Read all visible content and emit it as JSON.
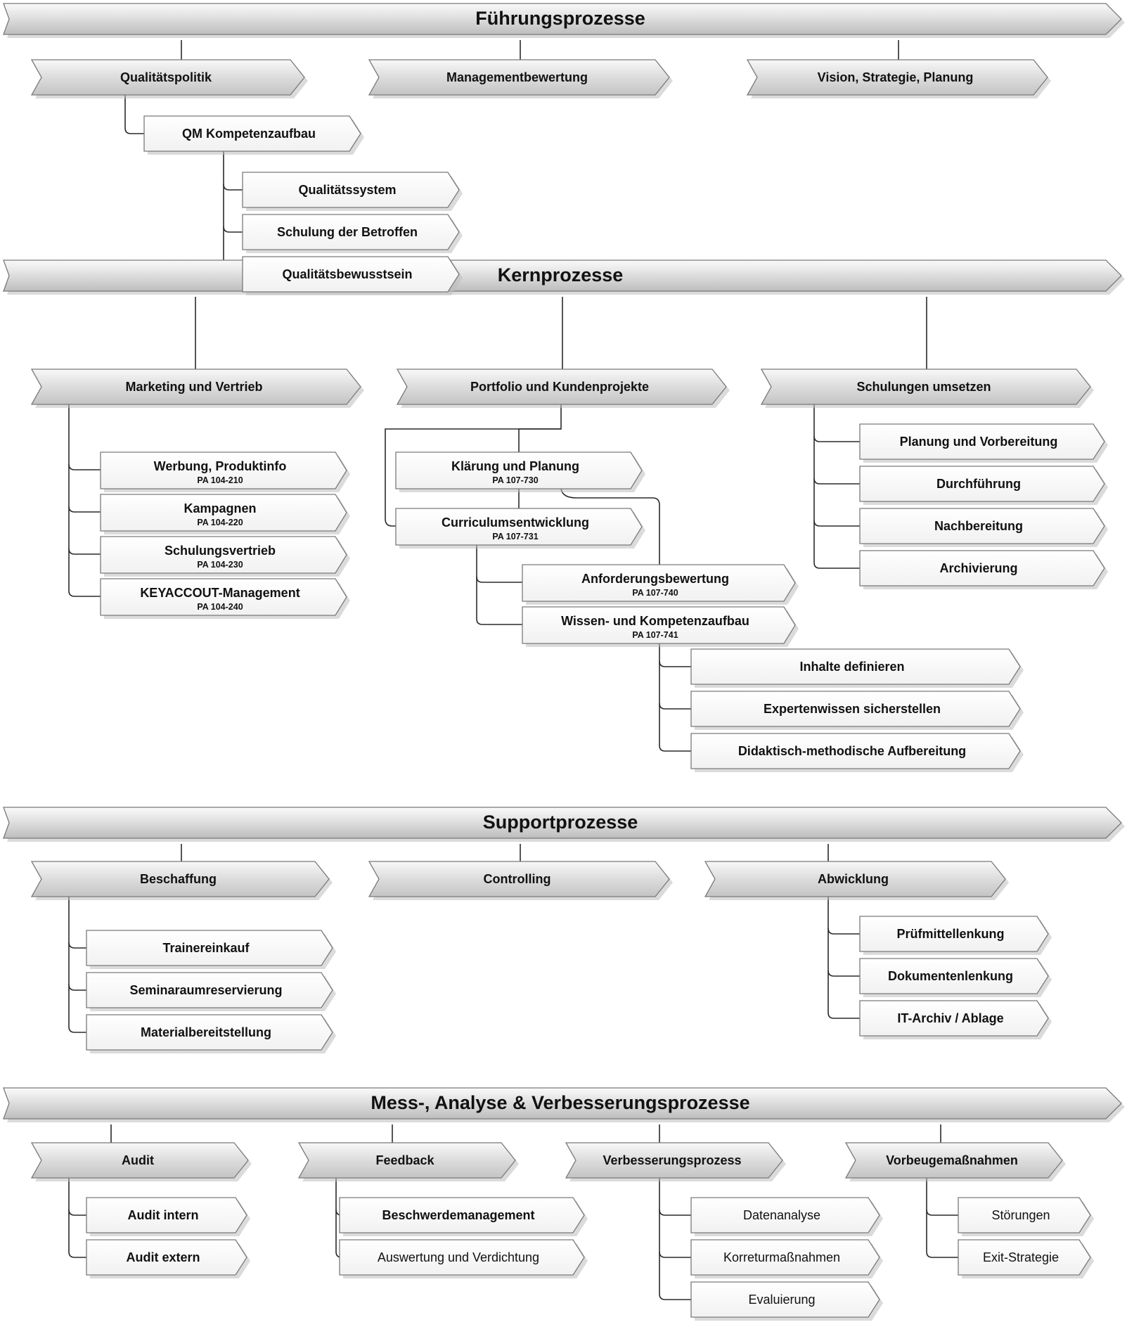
{
  "diagram": {
    "sections": [
      {
        "title": "Führungsprozesse",
        "groups": [
          {
            "label": "Qualitätspolitik"
          },
          {
            "label": "Managementbewertung"
          },
          {
            "label": "Vision, Strategie, Planung"
          }
        ]
      },
      {
        "title": "Kernprozesse",
        "groups": [
          {
            "label": "Marketing und Vertrieb"
          },
          {
            "label": "Portfolio und Kundenprojekte"
          },
          {
            "label": "Schulungen umsetzen"
          }
        ]
      },
      {
        "title": "Supportprozesse",
        "groups": [
          {
            "label": "Beschaffung"
          },
          {
            "label": "Controlling"
          },
          {
            "label": "Abwicklung"
          }
        ]
      },
      {
        "title": "Mess-, Analyse & Verbesserungsprozesse",
        "groups": [
          {
            "label": "Audit"
          },
          {
            "label": "Feedback"
          },
          {
            "label": "Verbesserungsprozess"
          },
          {
            "label": "Vorbeugemaßnahmen"
          }
        ]
      }
    ],
    "items": {
      "qm_kompetenzaufbau": {
        "label": "QM Kompetenzaufbau"
      },
      "qualitaetssystem": {
        "label": "Qualitätssystem"
      },
      "schulung_betroffen": {
        "label": "Schulung der Betroffen"
      },
      "qualitaetsbewusstsein": {
        "label": "Qualitätsbewusstsein"
      },
      "werbung": {
        "label": "Werbung, Produktinfo",
        "code": "PA 104-210"
      },
      "kampagnen": {
        "label": "Kampagnen",
        "code": "PA 104-220"
      },
      "schulungsvertrieb": {
        "label": "Schulungsvertrieb",
        "code": "PA 104-230"
      },
      "keyaccount": {
        "label": "KEYACCOUT-Management",
        "code": "PA 104-240"
      },
      "klaerung": {
        "label": "Klärung und Planung",
        "code": "PA 107-730"
      },
      "curriculum": {
        "label": "Curriculumsentwicklung",
        "code": "PA 107-731"
      },
      "anforderung": {
        "label": "Anforderungsbewertung",
        "code": "PA 107-740"
      },
      "wissen": {
        "label": "Wissen- und Kompetenzaufbau",
        "code": "PA 107-741"
      },
      "inhalte": {
        "label": "Inhalte definieren"
      },
      "expertenwissen": {
        "label": "Expertenwissen sicherstellen"
      },
      "didaktisch": {
        "label": "Didaktisch-methodische Aufbereitung"
      },
      "planung_vorbereitung": {
        "label": "Planung und Vorbereitung"
      },
      "durchfuehrung": {
        "label": "Durchführung"
      },
      "nachbereitung": {
        "label": "Nachbereitung"
      },
      "archivierung": {
        "label": "Archivierung"
      },
      "trainereinkauf": {
        "label": "Trainereinkauf"
      },
      "seminarraum": {
        "label": "Seminaraumreservierung"
      },
      "material": {
        "label": "Materialbereitstellung"
      },
      "pruefmittel": {
        "label": "Prüfmittellenkung"
      },
      "dokumente": {
        "label": "Dokumentenlenkung"
      },
      "it_archiv": {
        "label": "IT-Archiv / Ablage"
      },
      "audit_intern": {
        "label": "Audit intern"
      },
      "audit_extern": {
        "label": "Audit extern"
      },
      "beschwerde": {
        "label": "Beschwerdemanagement"
      },
      "auswertung": {
        "label": "Auswertung und Verdichtung"
      },
      "datenanalyse": {
        "label": "Datenanalyse"
      },
      "korrektur": {
        "label": "Korreturmaßnahmen"
      },
      "evaluierung": {
        "label": "Evaluierung"
      },
      "stoerungen": {
        "label": "Störungen"
      },
      "exit": {
        "label": "Exit-Strategie"
      }
    }
  },
  "colors": {
    "header_fill_top": "#f4f4f4",
    "header_fill_bottom": "#c6c6c6",
    "box_fill": "#ffffff",
    "outline": "#7a7a7a",
    "connector": "#2a2a2a",
    "shadow": "#bdbdbd",
    "text": "#111111"
  }
}
